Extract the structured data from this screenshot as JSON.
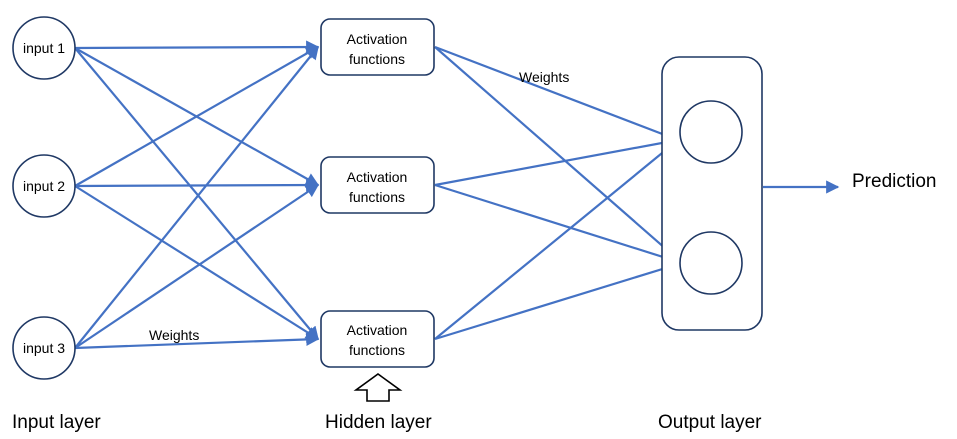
{
  "colors": {
    "connection": "#4472c4",
    "node_outline": "#1f3864"
  },
  "inputs": [
    {
      "label": "input 1"
    },
    {
      "label": "input 2"
    },
    {
      "label": "input 3"
    }
  ],
  "hidden": [
    {
      "line1": "Activation",
      "line2": "functions"
    },
    {
      "line1": "Activation",
      "line2": "functions"
    },
    {
      "line1": "Activation",
      "line2": "functions"
    }
  ],
  "weights_labels": {
    "top": "Weights",
    "bottom": "Weights"
  },
  "layer_labels": {
    "input": "Input layer",
    "hidden": "Hidden layer",
    "output": "Output layer"
  },
  "prediction": {
    "label": "Prediction"
  },
  "icons": {
    "hidden_pointer": "up-arrow-outline-icon"
  }
}
